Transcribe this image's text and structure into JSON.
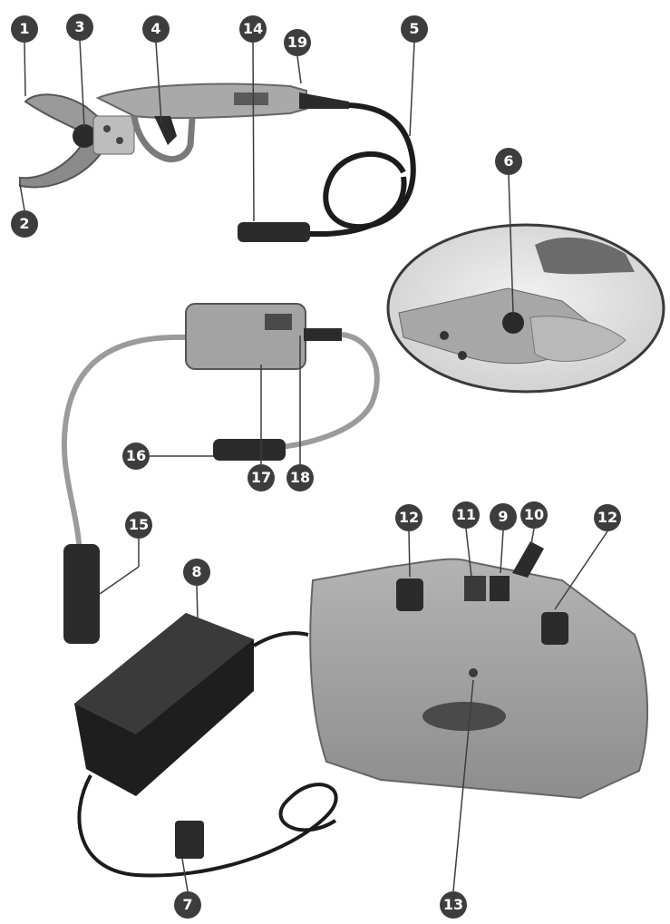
{
  "callouts": {
    "c1": "1",
    "c2": "2",
    "c3": "3",
    "c4": "4",
    "c5": "5",
    "c6": "6",
    "c7": "7",
    "c8": "8",
    "c9": "9",
    "c10": "10",
    "c11": "11",
    "c12a": "12",
    "c12b": "12",
    "c13": "13",
    "c14": "14",
    "c15": "15",
    "c16": "16",
    "c17": "17",
    "c18": "18",
    "c19": "19"
  },
  "colors": {
    "callout_fill": "#3d3d3d",
    "tool_body": "#a9a9a9",
    "dark_part": "#2b2b2b",
    "battery_body": "#9e9e9e",
    "charger_body": "#1e1e1e"
  }
}
